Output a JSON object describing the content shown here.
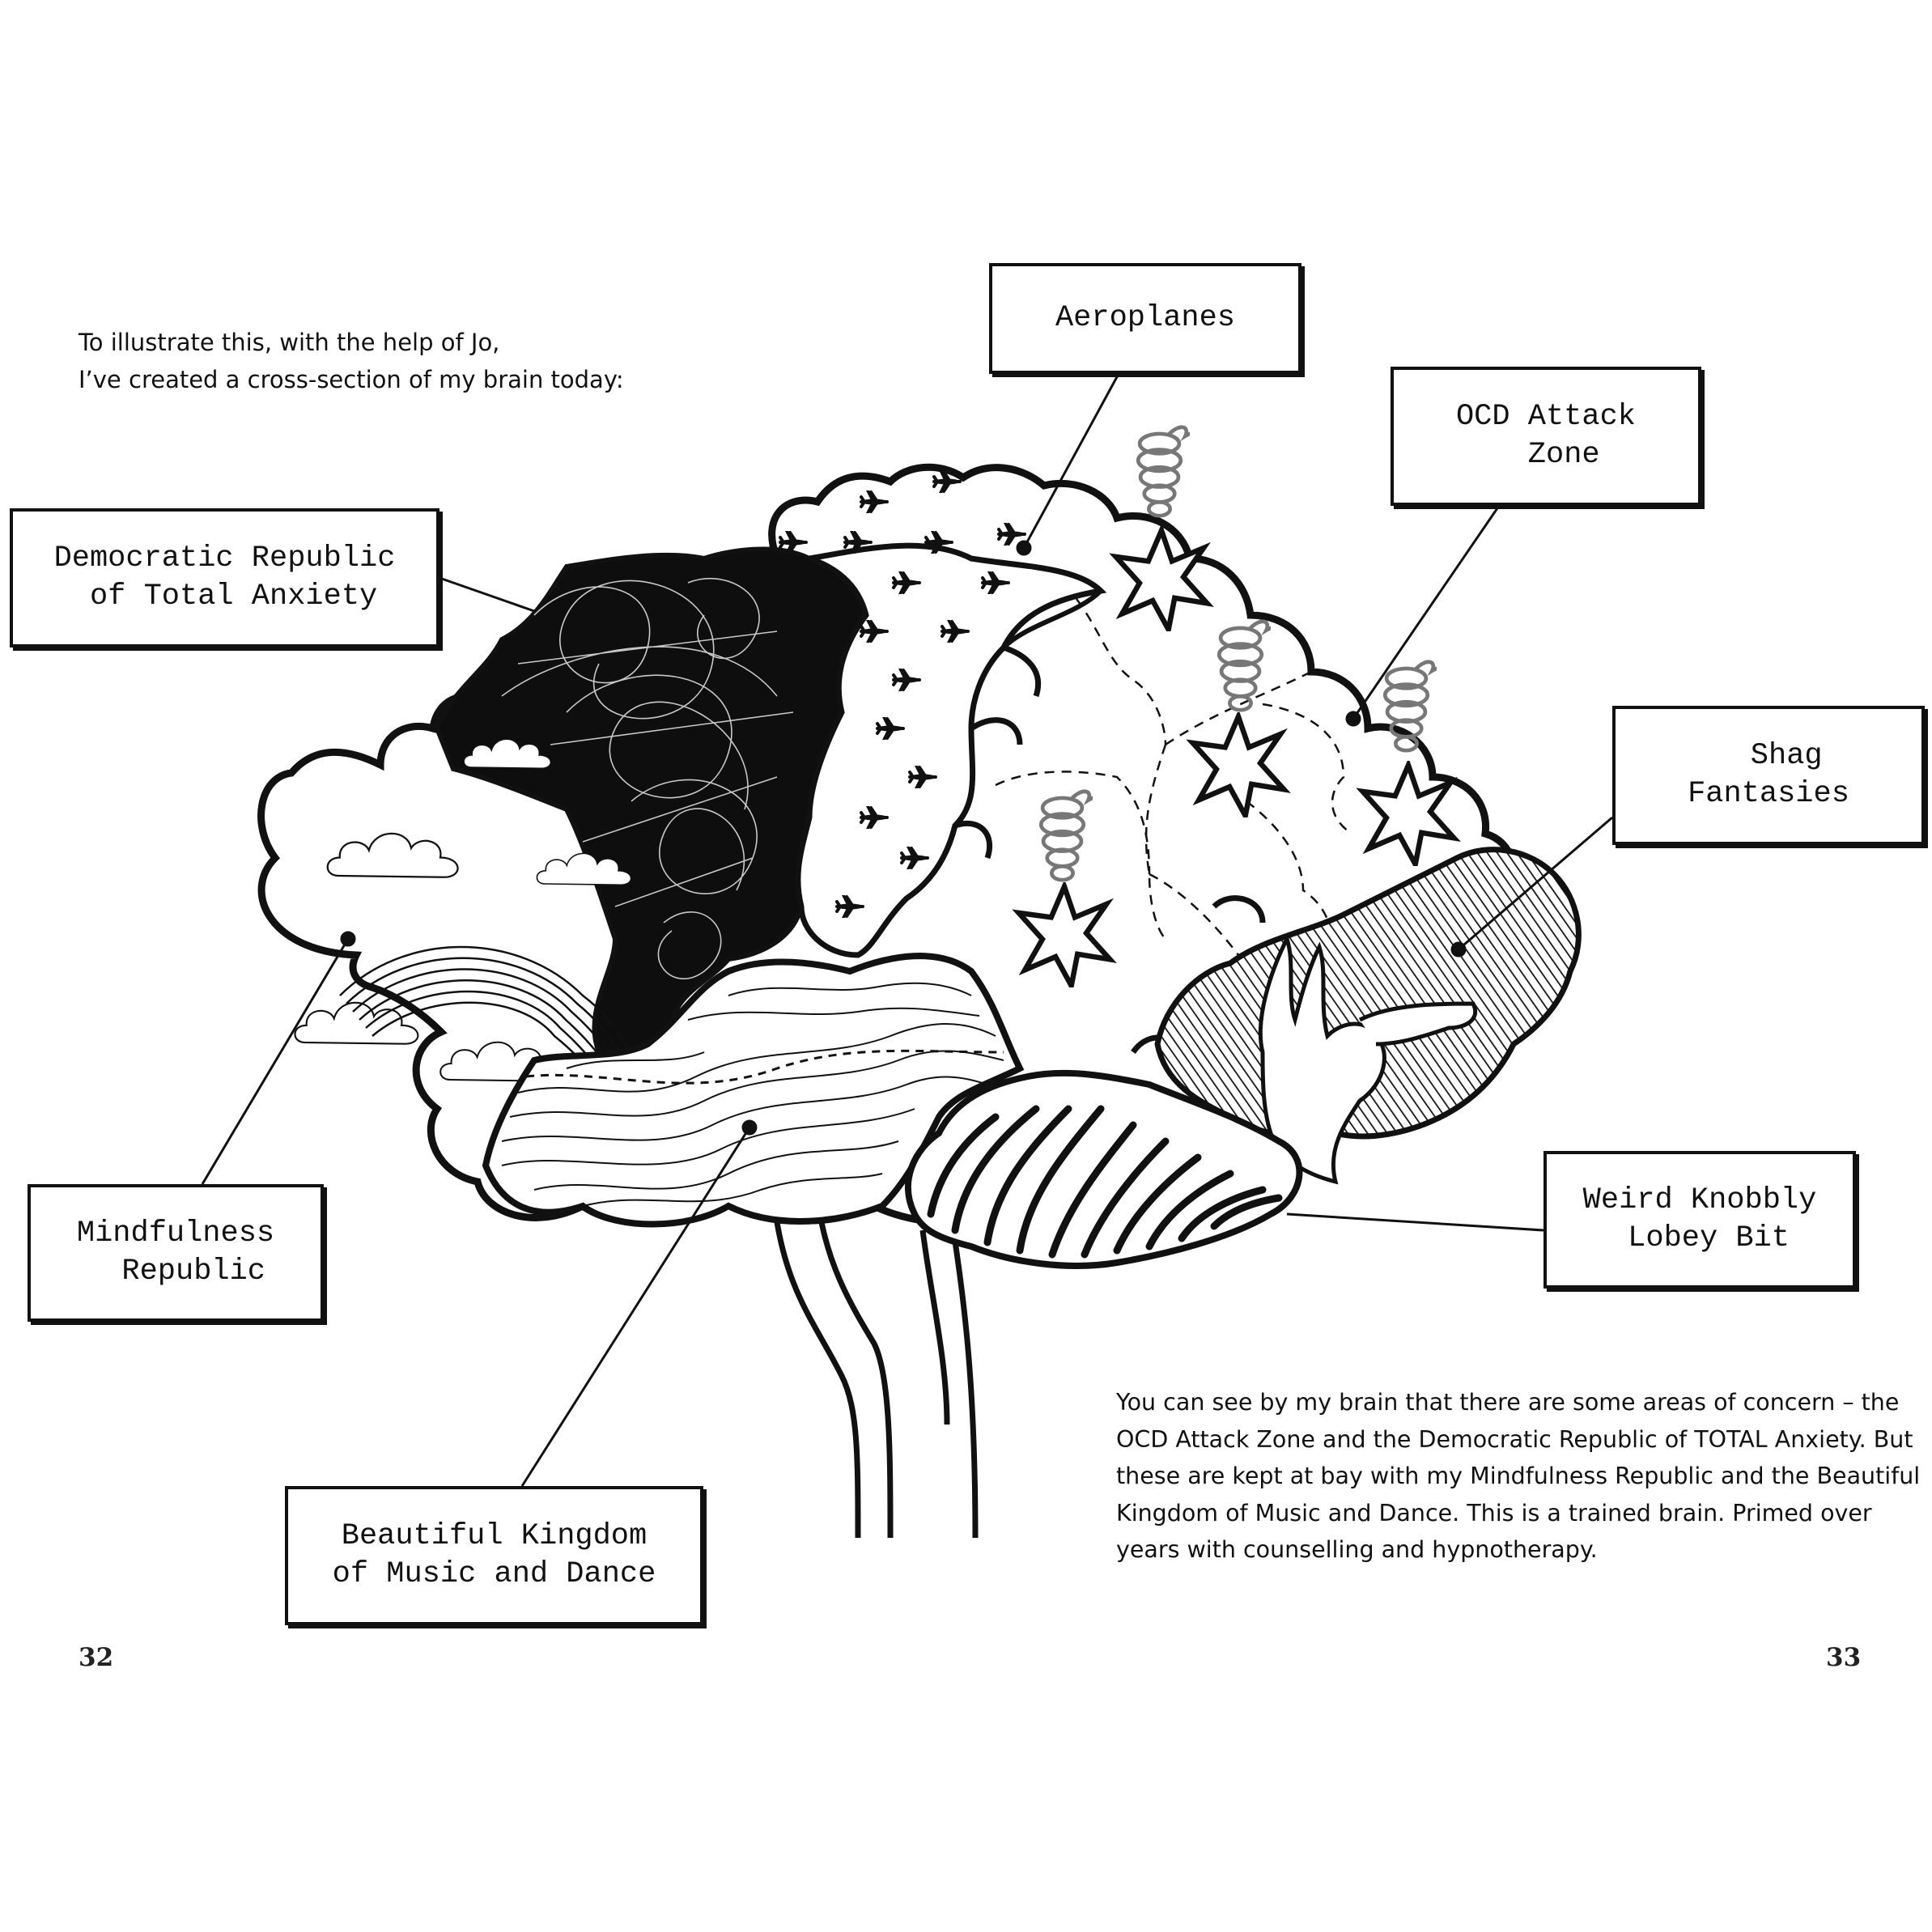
{
  "intro_lines": [
    "To illustrate this, with the help of Jo,",
    "I’ve created a cross-section of my brain today:"
  ],
  "outro_lines": [
    "You can see by my brain that there are some areas of concern – the",
    "OCD Attack Zone and the Democratic Republic of TOTAL Anxiety. But",
    "these are kept at bay with my Mindfulness Republic and the Beautiful",
    "Kingdom of Music and Dance. This is a trained brain. Primed over",
    "years with counselling and hypnotherapy."
  ],
  "labels": {
    "aeroplanes": "Aeroplanes",
    "ocd": "OCD Attack\n  Zone",
    "anxiety": "Democratic Republic\n of Total Anxiety",
    "shag": "  Shag\nFantasies",
    "mindfulness": "Mindfulness\n  Republic",
    "knobbly": "Weird Knobbly\n Lobey Bit",
    "music": "Beautiful Kingdom\nof Music and Dance"
  },
  "page_numbers": {
    "left": "32",
    "right": "33"
  },
  "icons": [
    "aeroplane-icon",
    "explosion-star-icon",
    "spring-coil-icon",
    "cloud-icon",
    "rainbow-icon",
    "hand-icon"
  ],
  "colors": {
    "ink": "#111111",
    "paper": "#ffffff",
    "grey": "#888888"
  }
}
